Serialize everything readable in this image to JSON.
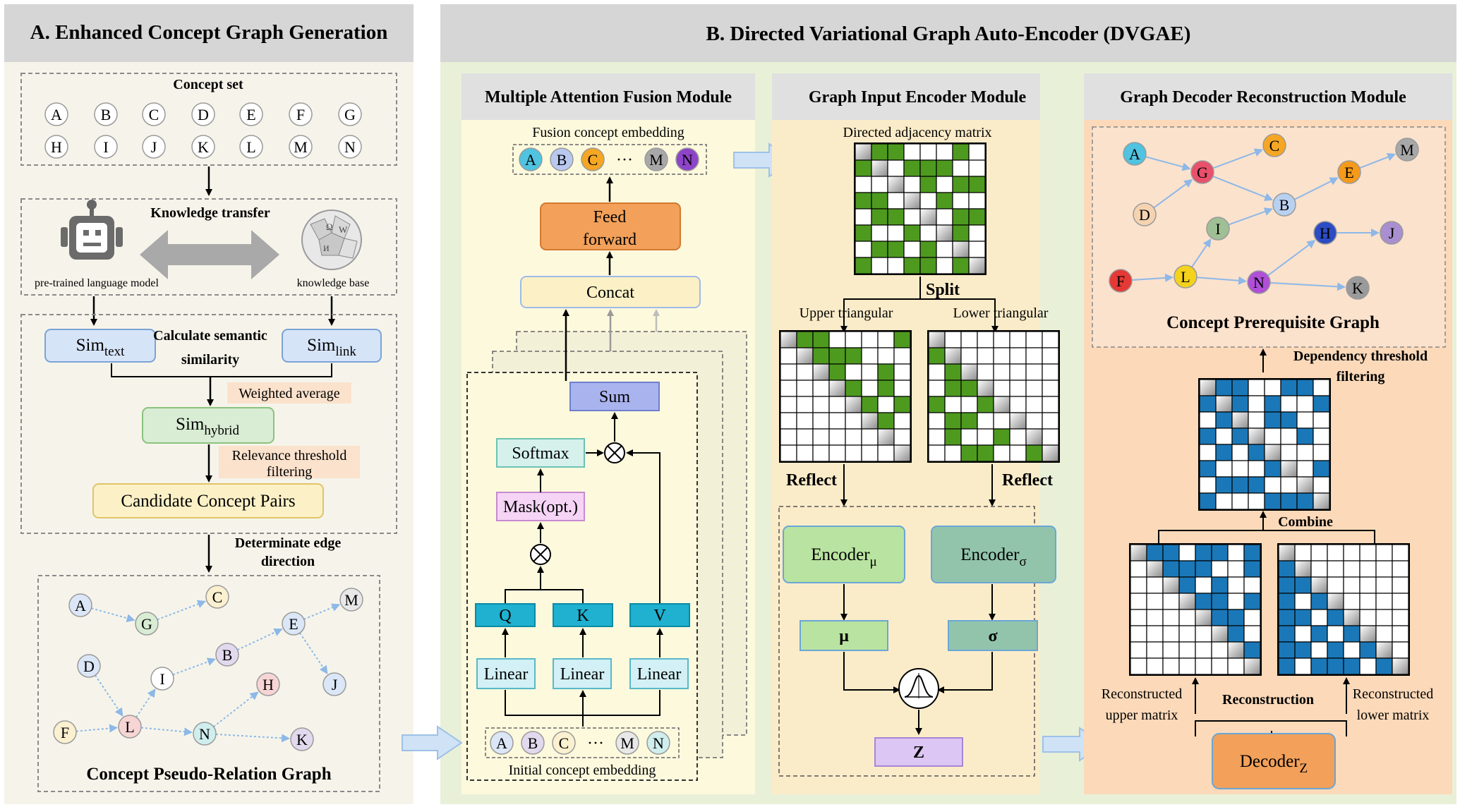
{
  "panel_a": {
    "title": "A. Enhanced Concept Graph Generation",
    "concept_set_label": "Concept set",
    "concepts": [
      "A",
      "B",
      "C",
      "D",
      "E",
      "F",
      "G",
      "H",
      "I",
      "J",
      "K",
      "L",
      "M",
      "N"
    ],
    "knowledge_transfer_label": "Knowledge transfer",
    "plm_label": "pre-trained language model",
    "kb_label": "knowledge base",
    "sim_text": {
      "base": "Sim",
      "sub": "text"
    },
    "sim_link": {
      "base": "Sim",
      "sub": "link"
    },
    "calc_similarity": [
      "Calculate semantic",
      "similarity"
    ],
    "weighted_average": "Weighted average",
    "sim_hybrid": {
      "base": "Sim",
      "sub": "hybrid"
    },
    "relevance_filter": [
      "Relevance threshold",
      "filtering"
    ],
    "candidate_pairs": "Candidate Concept Pairs",
    "edge_direction": [
      "Determinate edge",
      "direction"
    ],
    "pseudo_graph_title": "Concept Pseudo-Relation Graph"
  },
  "panel_b": {
    "title": "B. Directed Variational Graph Auto-Encoder (DVGAE)",
    "attention": {
      "title": "Multiple Attention Fusion Module",
      "fusion_label": "Fusion concept embedding",
      "feed_forward": [
        "Feed",
        "forward"
      ],
      "concat": "Concat",
      "sum": "Sum",
      "softmax": "Softmax",
      "mask": "Mask(opt.)",
      "q": "Q",
      "k": "K",
      "v": "V",
      "linear": "Linear",
      "initial_label": "Initial concept embedding",
      "dots": "···",
      "top_tokens": [
        "A",
        "B",
        "C",
        "M",
        "N"
      ],
      "bottom_tokens": [
        "A",
        "B",
        "C",
        "M",
        "N"
      ]
    },
    "encoder": {
      "title": "Graph Input Encoder Module",
      "adjacency_label": "Directed adjacency matrix",
      "split": "Split",
      "upper": "Upper triangular",
      "lower": "Lower triangular",
      "reflect": "Reflect",
      "encoder_mu": {
        "base": "Encoder",
        "sub": "μ"
      },
      "encoder_sigma": {
        "base": "Encoder",
        "sub": "σ"
      },
      "mu": "μ",
      "sigma": "σ",
      "z": "Z"
    },
    "decoder": {
      "title": "Graph Decoder Reconstruction Module",
      "prereq_graph_title": "Concept Prerequisite Graph",
      "dependency_filter": [
        "Dependency threshold",
        "filtering"
      ],
      "combine": "Combine",
      "reconstruction": "Reconstruction",
      "recon_upper": [
        "Reconstructed",
        "upper matrix"
      ],
      "recon_lower": [
        "Reconstructed",
        "lower matrix"
      ],
      "decoder_z": {
        "base": "Decoder",
        "sub": "Z"
      }
    }
  },
  "colors": {
    "green_cell": "#4e9a1f",
    "blue_cell": "#1a78b8",
    "header_gray": "#d6d6d6",
    "panel_a_bg": "#f6f4ea",
    "panel_b_bg": "#e9f0d8",
    "attention_bg": "#fdf9dd",
    "encoder_bg": "#fbecc9",
    "decoder_bg": "#fbd9b9"
  },
  "pseudo_nodes": [
    {
      "id": "A",
      "color": "#dbe6f6"
    },
    {
      "id": "G",
      "color": "#d9ecd4"
    },
    {
      "id": "C",
      "color": "#fbf0cf"
    },
    {
      "id": "M",
      "color": "#e8e8e8"
    },
    {
      "id": "E",
      "color": "#dbe6f6"
    },
    {
      "id": "D",
      "color": "#dbe6f6"
    },
    {
      "id": "B",
      "color": "#e2d9ee"
    },
    {
      "id": "I",
      "color": "#ffffff"
    },
    {
      "id": "J",
      "color": "#dbe6f6"
    },
    {
      "id": "H",
      "color": "#f8d5d5"
    },
    {
      "id": "F",
      "color": "#fbf0cf"
    },
    {
      "id": "L",
      "color": "#f8d5d5"
    },
    {
      "id": "N",
      "color": "#cfeeed"
    },
    {
      "id": "K",
      "color": "#e2d9ee"
    }
  ],
  "prereq_nodes": [
    {
      "id": "A",
      "color": "#4fc3e0"
    },
    {
      "id": "G",
      "color": "#e8506b"
    },
    {
      "id": "C",
      "color": "#f5a623"
    },
    {
      "id": "M",
      "color": "#a8a8a8"
    },
    {
      "id": "E",
      "color": "#f59a1b"
    },
    {
      "id": "D",
      "color": "#f6d3b0"
    },
    {
      "id": "B",
      "color": "#b9d1f0"
    },
    {
      "id": "I",
      "color": "#9fbf94"
    },
    {
      "id": "H",
      "color": "#2c4cc4"
    },
    {
      "id": "J",
      "color": "#a98fd0"
    },
    {
      "id": "F",
      "color": "#e53935"
    },
    {
      "id": "L",
      "color": "#f5d21b"
    },
    {
      "id": "N",
      "color": "#b04fd8"
    },
    {
      "id": "K",
      "color": "#9a9a9a"
    }
  ],
  "token_colors": {
    "A": "#4fc3e0",
    "B": "#b9c8ee",
    "C": "#f5a623",
    "M": "#a8a8a8",
    "N": "#8e44c8"
  }
}
